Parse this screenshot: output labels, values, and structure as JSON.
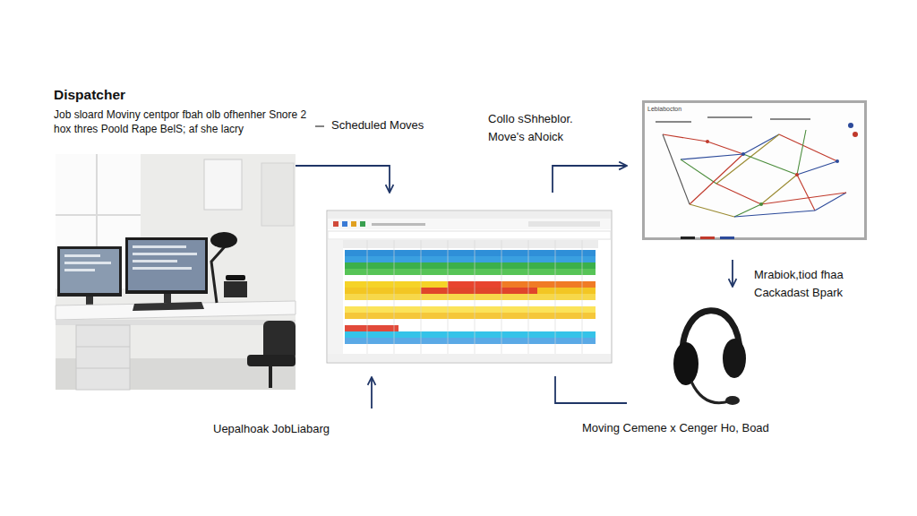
{
  "diagram": {
    "nodes": [
      {
        "text": [
          "Dispatcher",
          "Job sloard Moviny centpor fbah olb ofhenher Snore 2 hox thres Poold Rape BelS; af she lacry"
        ]
      },
      {
        "text": [
          "Scheduled Moves"
        ]
      },
      {
        "text": [
          "Lebiabocton"
        ]
      },
      {
        "text": [
          "Mrabiok,tiod fhaa Cackadast Bpark",
          "Moving Cemene x Cenger Ho, Boad"
        ]
      }
    ],
    "edges": [
      {
        "from": 0,
        "to": 1,
        "arrow": "to"
      },
      {
        "from": 1,
        "to": 2,
        "arrow": "to"
      },
      {
        "from": 2,
        "to": 3,
        "arrow": "to"
      },
      {
        "from": 1,
        "to": 3,
        "arrow": "none"
      }
    ],
    "labels": [
      "Collo sShheblor. Move's aNoick",
      "Uepalhoak JobLiabarg"
    ]
  }
}
